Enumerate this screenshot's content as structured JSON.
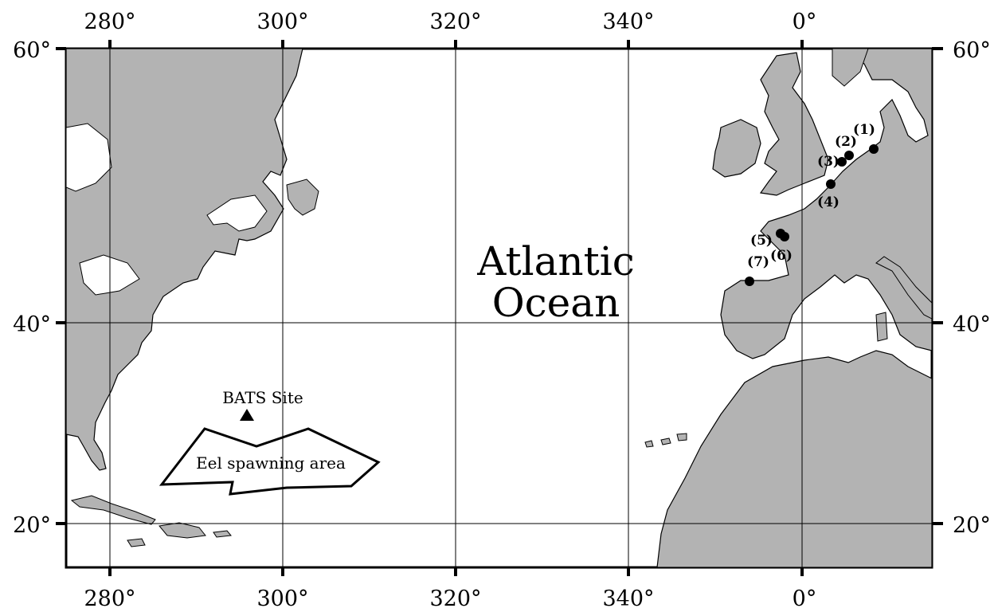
{
  "map": {
    "ocean_label": [
      "Atlantic",
      "Ocean"
    ],
    "lon_ticks": [
      "280°",
      "300°",
      "320°",
      "340°",
      "0°"
    ],
    "lat_ticks": [
      "60°",
      "40°",
      "20°"
    ],
    "bats_label": "BATS Site",
    "spawning_label": "Eel spawning area",
    "sites": [
      "(1)",
      "(2)",
      "(3)",
      "(4)",
      "(5)",
      "(6)",
      "(7)"
    ],
    "colors": {
      "land": "#b3b3b3",
      "water": "#ffffff",
      "ink": "#000000"
    }
  }
}
